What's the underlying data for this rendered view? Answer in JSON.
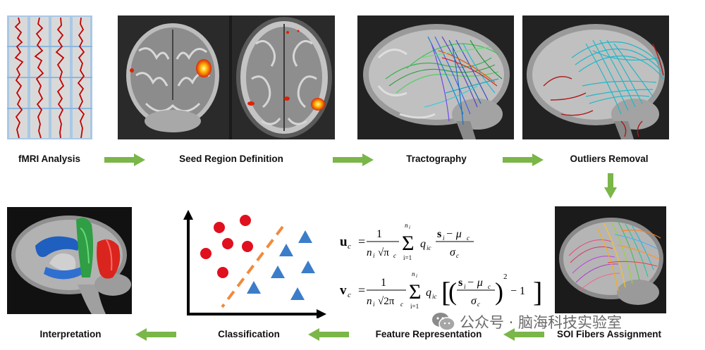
{
  "steps": {
    "fmri": "fMRI Analysis",
    "seed": "Seed Region Definition",
    "tract": "Tractography",
    "outliers": "Outliers Removal",
    "soi": "SOI Fibers Assignment",
    "feature": "Feature Representation",
    "classification": "Classification",
    "interpretation": "Interpretation"
  },
  "colors": {
    "arrow": "#7ab648",
    "red_class": "#e0101e",
    "blue_class": "#3b7dc9",
    "divider": "#f08a3c"
  },
  "equations": {
    "u": {
      "lhs": "u",
      "lhs_sub": "c",
      "num": "1",
      "den_a": "n",
      "den_a_sub": "i",
      "den_b": "√π",
      "den_b_sub": "c",
      "sum_top": "n",
      "sum_top_sub": "i",
      "sum_bot": "i=1",
      "q": "q",
      "q_sub": "ic",
      "frac_num": "s",
      "frac_num_sub": "i",
      "frac_num_rest": " − μ",
      "frac_num_rest_sub": "c",
      "frac_den": "σ",
      "frac_den_sub": "c"
    },
    "v": {
      "lhs": "v",
      "lhs_sub": "c",
      "num": "1",
      "den_a": "n",
      "den_a_sub": "i",
      "den_b": "√2π",
      "den_b_sub": "c",
      "sum_top": "n",
      "sum_top_sub": "i",
      "sum_bot": "i=1",
      "q": "q",
      "q_sub": "ic",
      "frac_num": "s",
      "frac_num_sub": "i",
      "frac_num_rest": " − μ",
      "frac_num_rest_sub": "c",
      "frac_den": "σ",
      "frac_den_sub": "c",
      "power": "2",
      "tail": "− 1"
    }
  },
  "watermark": {
    "text": "公众号 · 脑海科技实验室",
    "logo_icon": "wechat-icon"
  }
}
